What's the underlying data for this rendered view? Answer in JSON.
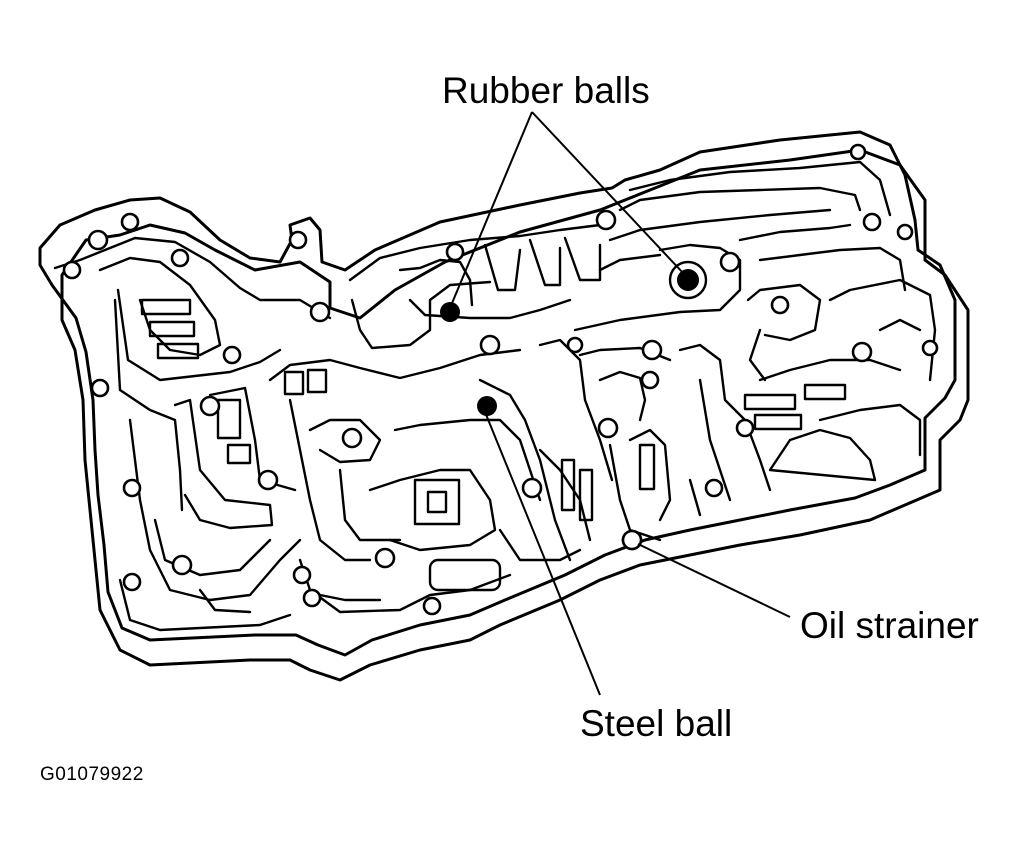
{
  "labels": {
    "rubber_balls": "Rubber balls",
    "oil_strainer": "Oil strainer",
    "steel_ball": "Steel ball"
  },
  "figure_code": "G01079922",
  "colors": {
    "ink": "#000000",
    "paper": "#ffffff"
  }
}
